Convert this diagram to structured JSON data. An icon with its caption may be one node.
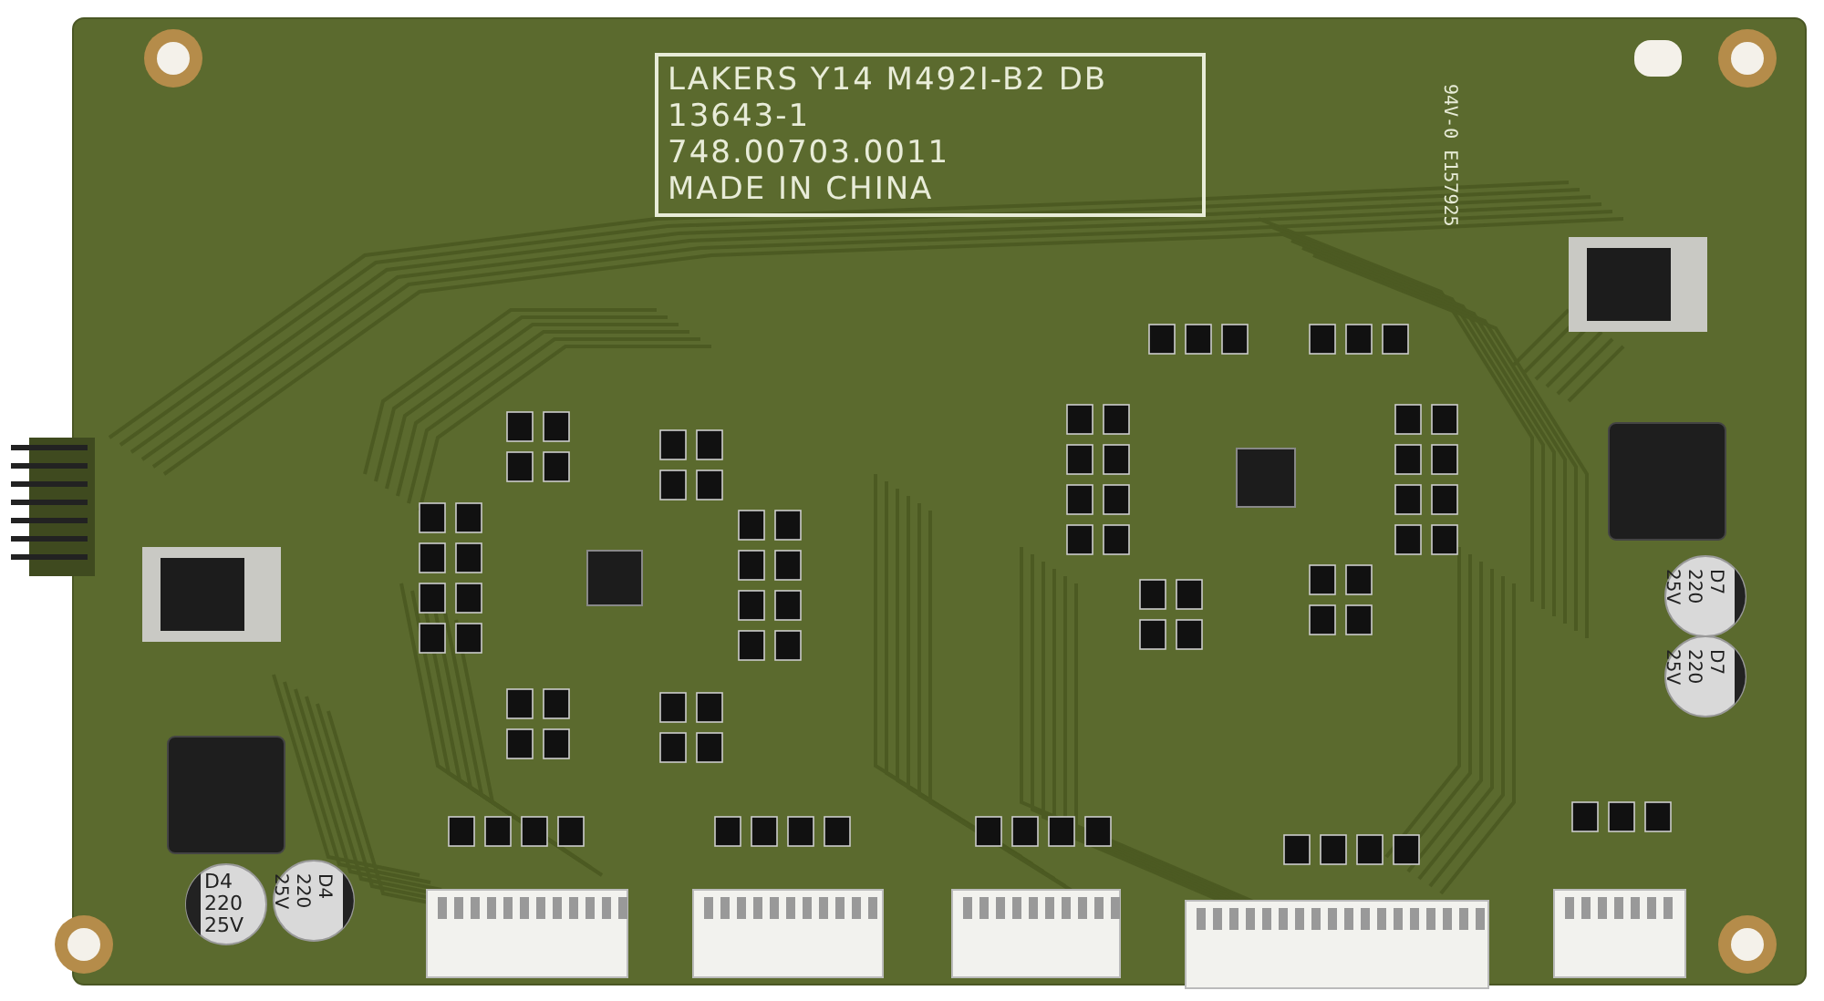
{
  "diagram": {
    "labels": [
      "LAKERS Y14 M492I-B2 DB",
      "13643-1",
      "748.00703.0011",
      "MADE IN CHINA",
      "94V-0 E157925",
      "D4 220 25V",
      "D4 220 25V",
      "D7 220 25V",
      "D7 220 25V"
    ]
  }
}
